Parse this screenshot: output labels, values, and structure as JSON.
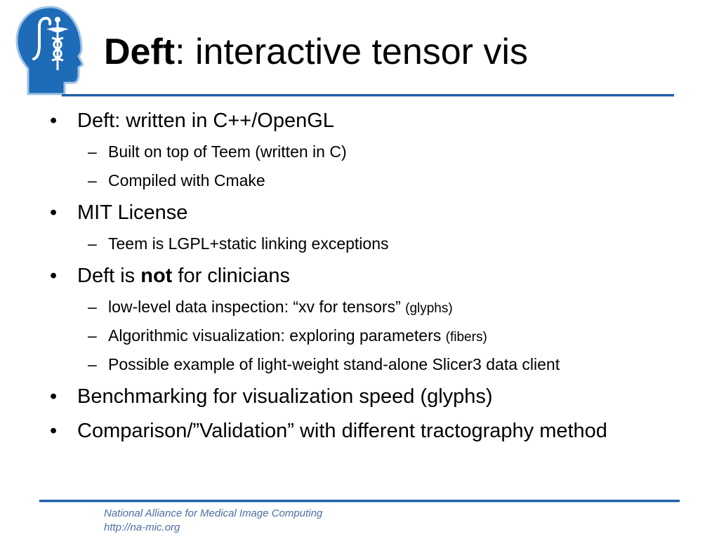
{
  "title": {
    "bold": "Deft",
    "rest": ": interactive tensor vis"
  },
  "bullets": [
    {
      "marker": "•",
      "text": "Deft: written in C++/OpenGL",
      "subs": [
        {
          "marker": "–",
          "text": "Built on top of Teem (written in C)"
        },
        {
          "marker": "–",
          "text": "Compiled with Cmake"
        }
      ]
    },
    {
      "marker": "•",
      "text": "MIT License",
      "subs": [
        {
          "marker": "–",
          "text": "Teem is LGPL+static linking exceptions"
        }
      ]
    },
    {
      "marker": "•",
      "pre": "Deft is ",
      "bold": "not",
      "post": " for clinicians",
      "subs": [
        {
          "marker": "–",
          "text": "low-level data inspection: “xv for tensors” ",
          "small": "(glyphs)"
        },
        {
          "marker": "–",
          "text": "Algorithmic visualization: exploring parameters ",
          "small": "(fibers)"
        },
        {
          "marker": "–",
          "text": "Possible example of light-weight stand-alone Slicer3 data client"
        }
      ]
    },
    {
      "marker": "•",
      "text": "Benchmarking for visualization speed (glyphs)"
    },
    {
      "marker": "•",
      "text": "Comparison/”Validation” with different tractography method"
    }
  ],
  "footer": {
    "org": "National Alliance for Medical Image Computing",
    "url": "http://na-mic.org"
  },
  "colors": {
    "accent": "#1e5fa6",
    "footer_text": "#4a6fa3",
    "logo": "#1e6bb8"
  },
  "icons": {
    "logo": "na-mic-head-logo"
  }
}
